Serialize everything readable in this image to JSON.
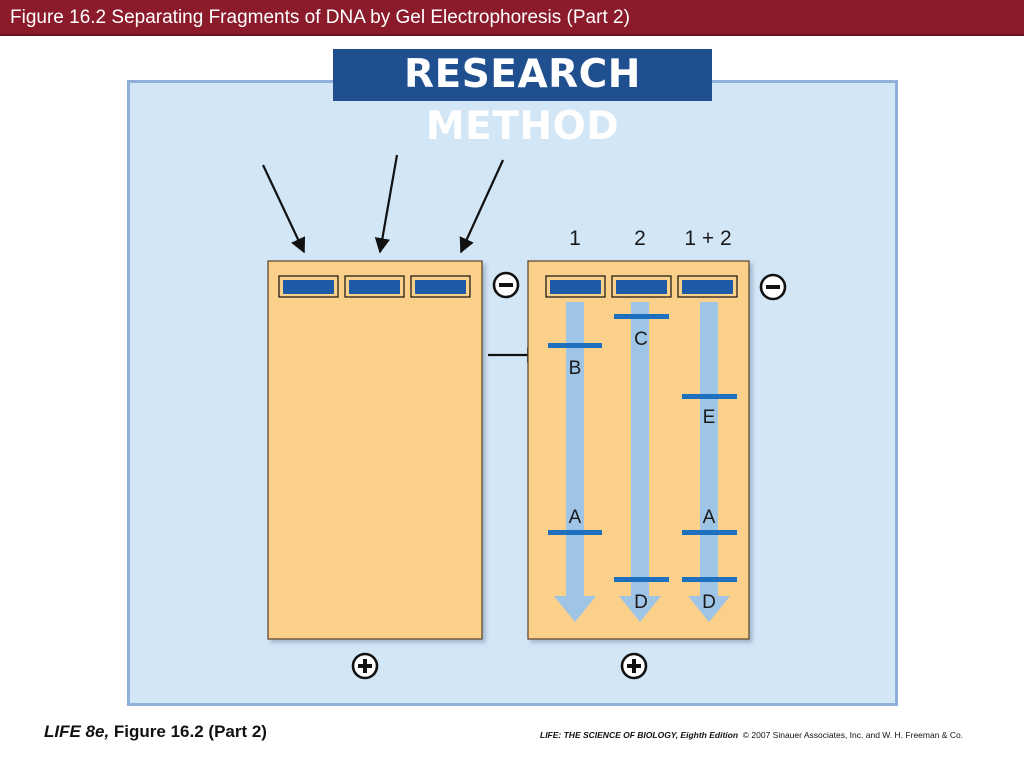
{
  "header": {
    "title": "Figure 16.2 Separating Fragments of DNA by Gel Electrophoresis (Part 2)"
  },
  "banner": {
    "text": "RESEARCH METHOD"
  },
  "gel_after": {
    "lane_labels": [
      "1",
      "2",
      "1 + 2"
    ],
    "lanes": [
      {
        "bands": [
          "B",
          "A"
        ]
      },
      {
        "bands": [
          "C",
          "D"
        ]
      },
      {
        "bands": [
          "E",
          "A",
          "D"
        ]
      }
    ],
    "negative_symbol": "−",
    "positive_symbol": "+"
  },
  "gel_before": {
    "negative_symbol": "−",
    "positive_symbol": "+"
  },
  "footer": {
    "book_short": "LIFE 8e,",
    "figure_ref": "Figure 16.2 (Part 2)",
    "book_full": "LIFE: THE SCIENCE OF BIOLOGY, Eighth Edition",
    "copyright": "© 2007 Sinauer Associates, Inc. and W. H. Freeman & Co."
  },
  "colors": {
    "title_bar": "#8b1a2b",
    "panel": "#d3e6f6",
    "banner": "#1f4f8f",
    "gel": "#fbd08a",
    "well": "#1f5aa6",
    "band": "#1f6fbf",
    "migration_arrow": "#9ec4e6"
  }
}
